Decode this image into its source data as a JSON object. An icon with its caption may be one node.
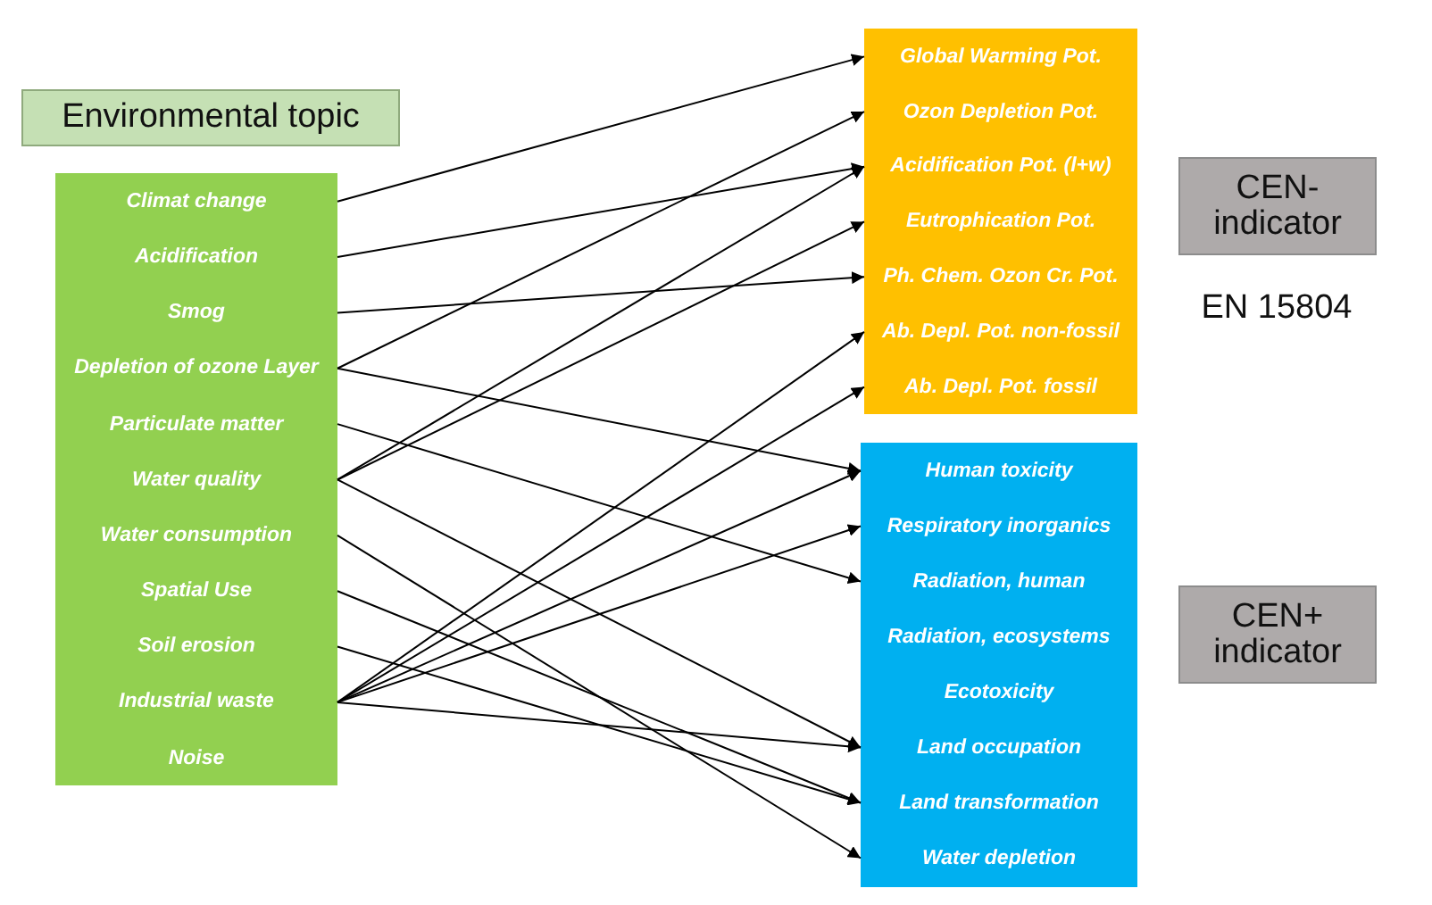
{
  "diagram": {
    "nodes": [
      {
        "text": [
          "Environmental topic"
        ]
      },
      {
        "text": [
          "Climat change"
        ]
      },
      {
        "text": [
          "Acidification"
        ]
      },
      {
        "text": [
          "Smog"
        ]
      },
      {
        "text": [
          "Depletion of ozone Layer"
        ]
      },
      {
        "text": [
          "Particulate matter"
        ]
      },
      {
        "text": [
          "Water quality"
        ]
      },
      {
        "text": [
          "Water consumption"
        ]
      },
      {
        "text": [
          "Spatial Use"
        ]
      },
      {
        "text": [
          "Soil erosion"
        ]
      },
      {
        "text": [
          "Industrial waste"
        ]
      },
      {
        "text": [
          "Noise"
        ]
      },
      {
        "text": [
          "Global Warming Pot."
        ]
      },
      {
        "text": [
          "Ozon Depletion Pot."
        ]
      },
      {
        "text": [
          "Acidification Pot. (l+w)"
        ]
      },
      {
        "text": [
          "Eutrophication Pot."
        ]
      },
      {
        "text": [
          "Ph. Chem. Ozon Cr. Pot."
        ]
      },
      {
        "text": [
          "Ab. Depl. Pot. non-fossil"
        ]
      },
      {
        "text": [
          "Ab. Depl. Pot. fossil"
        ]
      },
      {
        "text": [
          "Human toxicity"
        ]
      },
      {
        "text": [
          "Respiratory inorganics"
        ]
      },
      {
        "text": [
          "Radiation, human"
        ]
      },
      {
        "text": [
          "Radiation, ecosystems"
        ]
      },
      {
        "text": [
          "Ecotoxicity"
        ]
      },
      {
        "text": [
          "Land occupation"
        ]
      },
      {
        "text": [
          "Land transformation"
        ]
      },
      {
        "text": [
          "Water depletion"
        ]
      },
      {
        "text": [
          "CEN- indicator"
        ]
      },
      {
        "text": [
          "CEN+ indicator"
        ]
      }
    ],
    "edges": [
      {
        "from": 1,
        "to": 12,
        "arrow": "to"
      },
      {
        "from": 2,
        "to": 14,
        "arrow": "to"
      },
      {
        "from": 3,
        "to": 16,
        "arrow": "to"
      },
      {
        "from": 4,
        "to": 13,
        "arrow": "to"
      },
      {
        "from": 4,
        "to": 19,
        "arrow": "to"
      },
      {
        "from": 5,
        "to": 21,
        "arrow": "to"
      },
      {
        "from": 6,
        "to": 14,
        "arrow": "to"
      },
      {
        "from": 6,
        "to": 15,
        "arrow": "to"
      },
      {
        "from": 6,
        "to": 24,
        "arrow": "to"
      },
      {
        "from": 7,
        "to": 26,
        "arrow": "to"
      },
      {
        "from": 8,
        "to": 25,
        "arrow": "to"
      },
      {
        "from": 9,
        "to": 25,
        "arrow": "to"
      },
      {
        "from": 10,
        "to": 17,
        "arrow": "to"
      },
      {
        "from": 10,
        "to": 18,
        "arrow": "to"
      },
      {
        "from": 10,
        "to": 19,
        "arrow": "to"
      },
      {
        "from": 10,
        "to": 20,
        "arrow": "to"
      },
      {
        "from": 10,
        "to": 24,
        "arrow": "to"
      }
    ],
    "labels": [
      "EN 15804"
    ]
  }
}
